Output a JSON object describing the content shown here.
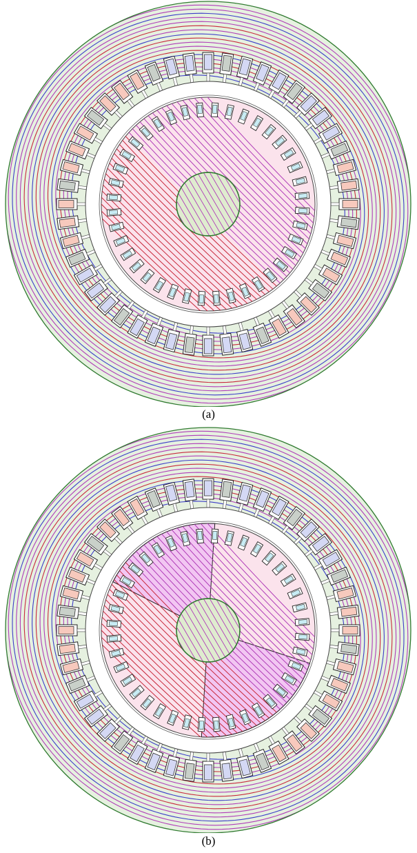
{
  "figure": {
    "panels": [
      {
        "id": "a",
        "caption": "(a)",
        "rotor_mode": "uniform"
      },
      {
        "id": "b",
        "caption": "(b)",
        "rotor_mode": "sectored"
      }
    ],
    "stator_slot_count": 48,
    "rotor_slot_count": 40,
    "colors": {
      "stator_fill": "#e6f1e0",
      "outline": "#2f7a2f",
      "flux_line_magenta": "#b03cb8",
      "flux_line_red": "#c8283c",
      "flux_line_blue": "#3c3cc8",
      "rotor_pink": "#fbe3ec",
      "rotor_magenta": "#f2c6f2",
      "shaft_fill": "#dfeccf",
      "slot_fill_pink": "#f7c9bd",
      "slot_fill_blue": "#d4d8f4",
      "slot_fill_gray": "#c9d0c9",
      "rotor_bar_fill": "#c8ecf4"
    }
  }
}
